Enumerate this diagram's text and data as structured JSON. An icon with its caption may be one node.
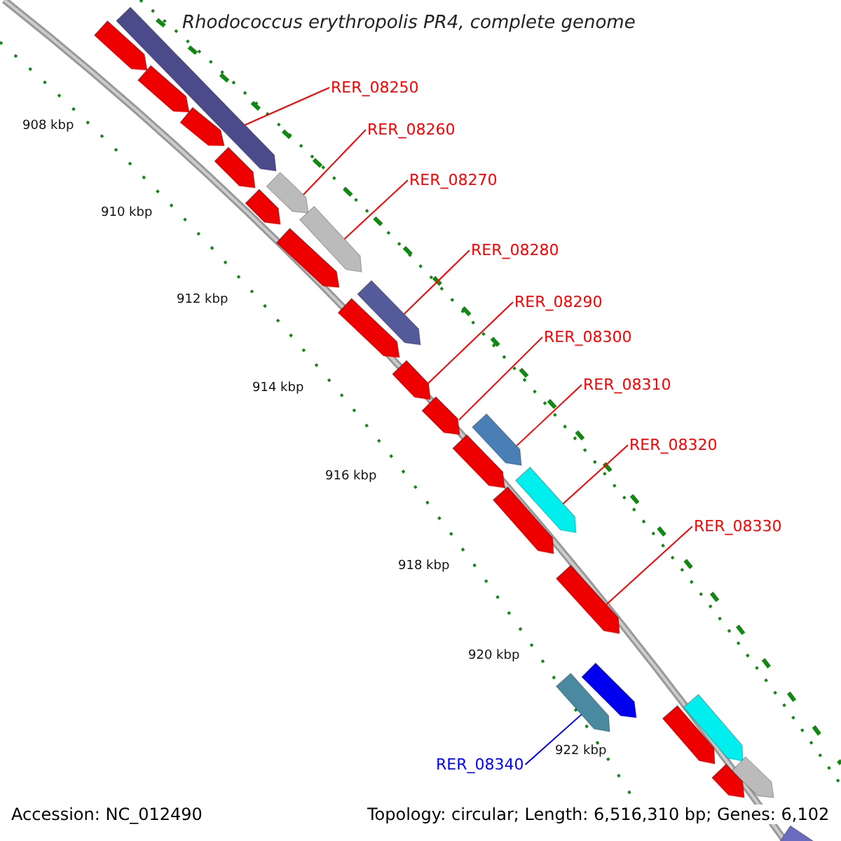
{
  "diagram": {
    "title": "Rhodococcus erythropolis PR4, complete genome",
    "nodes": [
      {
        "text": [
          "RER_08250"
        ]
      },
      {
        "text": [
          "RER_08260"
        ]
      },
      {
        "text": [
          "RER_08270"
        ]
      },
      {
        "text": [
          "RER_08280"
        ]
      },
      {
        "text": [
          "RER_08290"
        ]
      },
      {
        "text": [
          "RER_08300"
        ]
      },
      {
        "text": [
          "RER_08310"
        ]
      },
      {
        "text": [
          "RER_08320"
        ]
      },
      {
        "text": [
          "RER_08330"
        ]
      },
      {
        "text": [
          "RER_08340"
        ]
      },
      {
        "text": [],
        "shape": "arrow"
      },
      {
        "text": [],
        "shape": "arrow"
      },
      {
        "text": [],
        "shape": "arrow"
      },
      {
        "text": [],
        "shape": "arrow"
      },
      {
        "text": [],
        "shape": "arrow"
      },
      {
        "text": [],
        "shape": "arrow"
      },
      {
        "text": [],
        "shape": "arrow"
      },
      {
        "text": [],
        "shape": "arrow"
      },
      {
        "text": [],
        "shape": "arrow"
      },
      {
        "text": [],
        "shape": "arrow"
      },
      {
        "text": [],
        "shape": "arrow"
      },
      {
        "text": [],
        "shape": "arrow"
      },
      {
        "text": [],
        "shape": "arrow"
      },
      {
        "text": [],
        "shape": "arrow"
      },
      {
        "text": [],
        "shape": "arrow"
      },
      {
        "text": [],
        "shape": "arrow"
      },
      {
        "text": [],
        "shape": "arrow"
      },
      {
        "text": [],
        "shape": "arrow"
      },
      {
        "text": [],
        "shape": "arrow"
      },
      {
        "text": [],
        "shape": "arrow"
      },
      {
        "text": [],
        "shape": "arrow"
      },
      {
        "text": [],
        "shape": "arrow"
      },
      {
        "text": [],
        "shape": "arrow"
      },
      {
        "text": [],
        "shape": "arrow"
      },
      {
        "text": [],
        "shape": "arrow"
      }
    ],
    "edges": [
      {
        "from": 0,
        "to": 10,
        "arrow": "none"
      },
      {
        "from": 1,
        "to": 15,
        "arrow": "none"
      },
      {
        "from": 2,
        "to": 17,
        "arrow": "none"
      },
      {
        "from": 3,
        "to": 19,
        "arrow": "none"
      },
      {
        "from": 4,
        "to": 21,
        "arrow": "none"
      },
      {
        "from": 5,
        "to": 22,
        "arrow": "none"
      },
      {
        "from": 6,
        "to": 23,
        "arrow": "none"
      },
      {
        "from": 7,
        "to": 25,
        "arrow": "none"
      },
      {
        "from": 8,
        "to": 27,
        "arrow": "none"
      },
      {
        "from": 9,
        "to": 29,
        "arrow": "none",
        "color": "#0000ff"
      }
    ],
    "labels": [
      "908 kbp",
      "910 kbp",
      "912 kbp",
      "914 kbp",
      "916 kbp",
      "918 kbp",
      "920 kbp",
      "922 kbp",
      "Accession: NC_012490",
      "Topology: circular; Length: 6,516,310 bp; Genes: 6,102"
    ]
  }
}
